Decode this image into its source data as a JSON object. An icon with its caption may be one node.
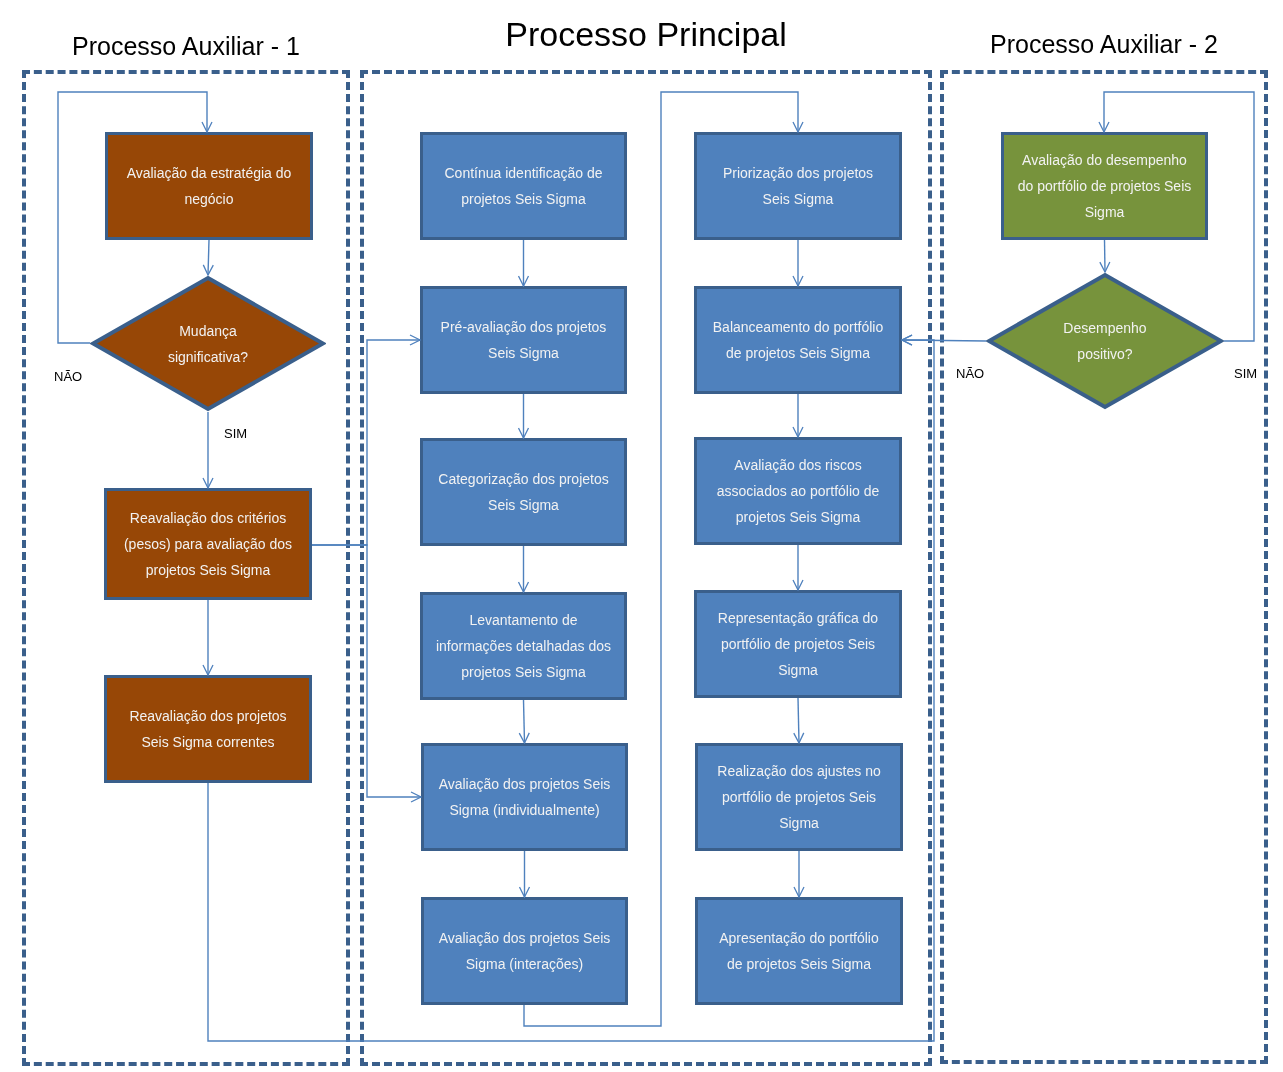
{
  "diagram": {
    "nodes": [
      {
        "text": [
          "Processo Auxiliar - 1"
        ]
      },
      {
        "text": [
          "Processo Principal"
        ]
      },
      {
        "text": [
          "Processo Auxiliar - 2"
        ]
      },
      {
        "text": [
          "Avaliação da estratégia do negócio"
        ],
        "in": 0
      },
      {
        "text": [
          "Mudança significativa?"
        ],
        "in": 0
      },
      {
        "text": [
          "Reavaliação dos critérios (pesos) para avaliação dos projetos Seis Sigma"
        ],
        "in": 0
      },
      {
        "text": [
          "Reavaliação dos projetos Seis Sigma correntes"
        ],
        "in": 0
      },
      {
        "text": [
          "Contínua identificação de projetos Seis Sigma"
        ],
        "in": 1
      },
      {
        "text": [
          "Pré-avaliação dos projetos Seis Sigma"
        ],
        "in": 1
      },
      {
        "text": [
          "Categorização dos projetos Seis Sigma"
        ],
        "in": 1
      },
      {
        "text": [
          "Levantamento de informações detalhadas dos projetos Seis Sigma"
        ],
        "in": 1
      },
      {
        "text": [
          "Avaliação dos projetos Seis Sigma (individualmente)"
        ],
        "in": 1
      },
      {
        "text": [
          "Avaliação dos projetos Seis Sigma (interações)"
        ],
        "in": 1
      },
      {
        "text": [
          "Priorização dos projetos Seis Sigma"
        ],
        "in": 1
      },
      {
        "text": [
          "Balanceamento do portfólio de projetos Seis Sigma"
        ],
        "in": 1
      },
      {
        "text": [
          "Avaliação dos riscos associados ao portfólio de projetos Seis Sigma"
        ],
        "in": 1
      },
      {
        "text": [
          "Representação gráfica do portfólio de projetos Seis Sigma"
        ],
        "in": 1
      },
      {
        "text": [
          "Realização dos ajustes no portfólio de projetos Seis Sigma"
        ],
        "in": 1
      },
      {
        "text": [
          "Apresentação do portfólio de projetos Seis Sigma"
        ],
        "in": 1
      },
      {
        "text": [
          "Avaliação do desempenho do portfólio de projetos Seis Sigma"
        ],
        "in": 2
      },
      {
        "text": [
          "Desempenho positivo?"
        ],
        "in": 2
      }
    ],
    "edges": [
      {
        "from": 3,
        "to": 4,
        "arrow": "to"
      },
      {
        "from": 4,
        "to": 3,
        "arrow": "to",
        "label": "NÃO"
      },
      {
        "from": 4,
        "to": 5,
        "arrow": "to",
        "label": "SIM"
      },
      {
        "from": 5,
        "to": 6,
        "arrow": "to"
      },
      {
        "from": 5,
        "to": 8,
        "arrow": "to"
      },
      {
        "from": 5,
        "to": 11,
        "arrow": "to"
      },
      {
        "from": 6,
        "to": 14,
        "arrow": "to"
      },
      {
        "from": 7,
        "to": 8,
        "arrow": "to"
      },
      {
        "from": 8,
        "to": 9,
        "arrow": "to"
      },
      {
        "from": 9,
        "to": 10,
        "arrow": "to"
      },
      {
        "from": 10,
        "to": 11,
        "arrow": "to"
      },
      {
        "from": 11,
        "to": 12,
        "arrow": "to"
      },
      {
        "from": 12,
        "to": 13,
        "arrow": "to"
      },
      {
        "from": 13,
        "to": 14,
        "arrow": "to"
      },
      {
        "from": 14,
        "to": 15,
        "arrow": "to"
      },
      {
        "from": 15,
        "to": 16,
        "arrow": "to"
      },
      {
        "from": 16,
        "to": 17,
        "arrow": "to"
      },
      {
        "from": 17,
        "to": 18,
        "arrow": "to"
      },
      {
        "from": 19,
        "to": 20,
        "arrow": "to"
      },
      {
        "from": 20,
        "to": 19,
        "arrow": "to",
        "label": "SIM"
      },
      {
        "from": 20,
        "to": 14,
        "arrow": "to",
        "label": "NÃO"
      }
    ]
  }
}
